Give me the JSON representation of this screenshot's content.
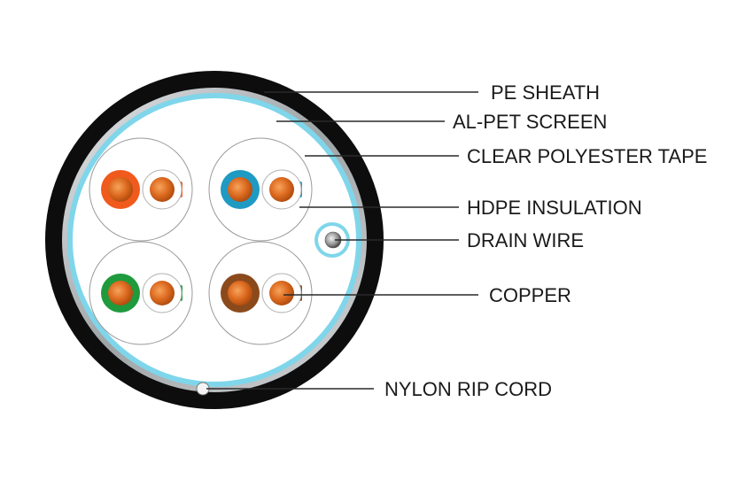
{
  "labels": {
    "pe_sheath": "PE SHEATH",
    "al_pet_screen": "AL-PET SCREEN",
    "clear_polyester_tape": "CLEAR POLYESTER TAPE",
    "hdpe_insulation": "HDPE INSULATION",
    "drain_wire": "DRAIN WIRE",
    "copper": "COPPER",
    "nylon_rip_cord": "NYLON RIP CORD"
  },
  "colors": {
    "sheath": "#0d0d0d",
    "screen": "#b8bcbf",
    "tape": "#7fd6ea",
    "core_fill": "#ffffff",
    "copper": "#d8621a",
    "copper_highlight": "#f49a55",
    "pair_orange": "#f05a1c",
    "pair_blue": "#1f9ac2",
    "pair_green": "#1f9a3c",
    "pair_brown": "#8a4a1c"
  },
  "pairs": [
    {
      "color_name": "orange"
    },
    {
      "color_name": "blue"
    },
    {
      "color_name": "green"
    },
    {
      "color_name": "brown"
    }
  ]
}
